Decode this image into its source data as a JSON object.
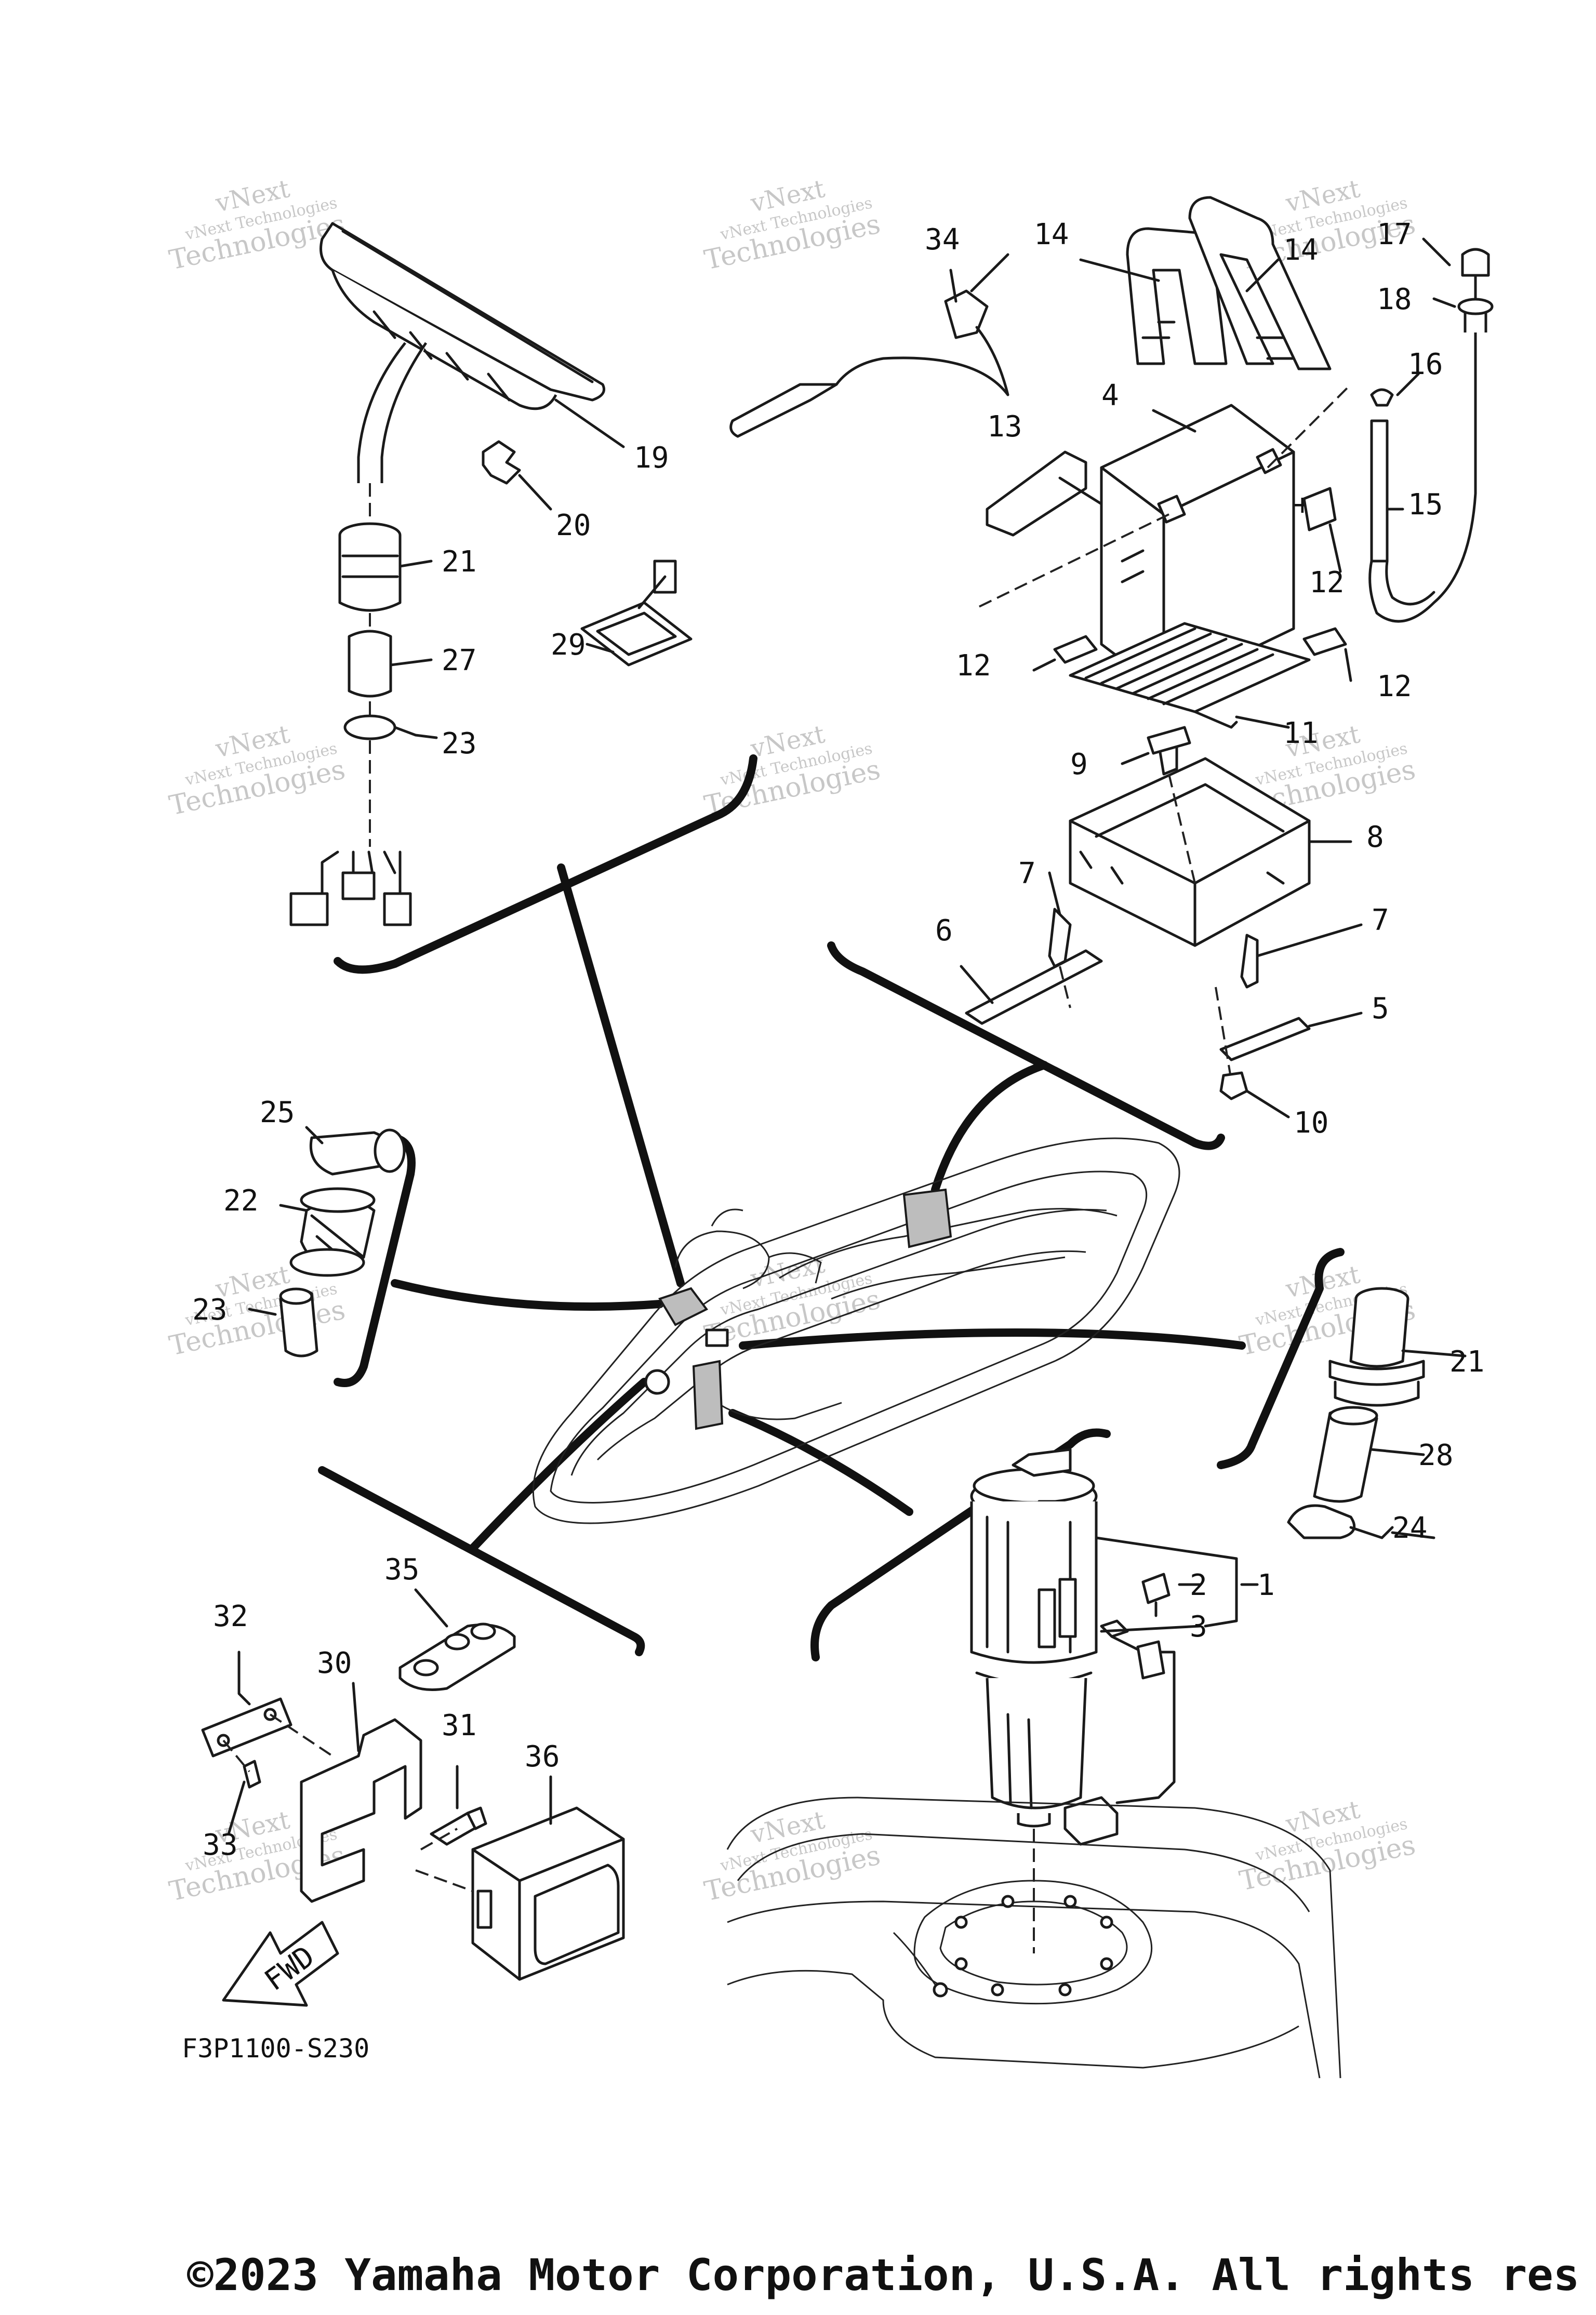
{
  "diagram": {
    "code": "F3P1100-S230",
    "copyright": "©2023 Yamaha Motor Corporation, U.S.A. All rights res",
    "fwd_label": "FWD",
    "watermark": {
      "line1": "vNext",
      "line2": "vNext Technologies",
      "line3": "Technologies"
    },
    "callouts": [
      "1",
      "2",
      "3",
      "4",
      "5",
      "6",
      "7",
      "7",
      "8",
      "9",
      "10",
      "11",
      "12",
      "12",
      "12",
      "13",
      "14",
      "14",
      "15",
      "16",
      "17",
      "18",
      "19",
      "20",
      "21",
      "21",
      "22",
      "23",
      "23",
      "24",
      "25",
      "27",
      "28",
      "29",
      "30",
      "31",
      "32",
      "33",
      "34",
      "35",
      "36"
    ]
  }
}
